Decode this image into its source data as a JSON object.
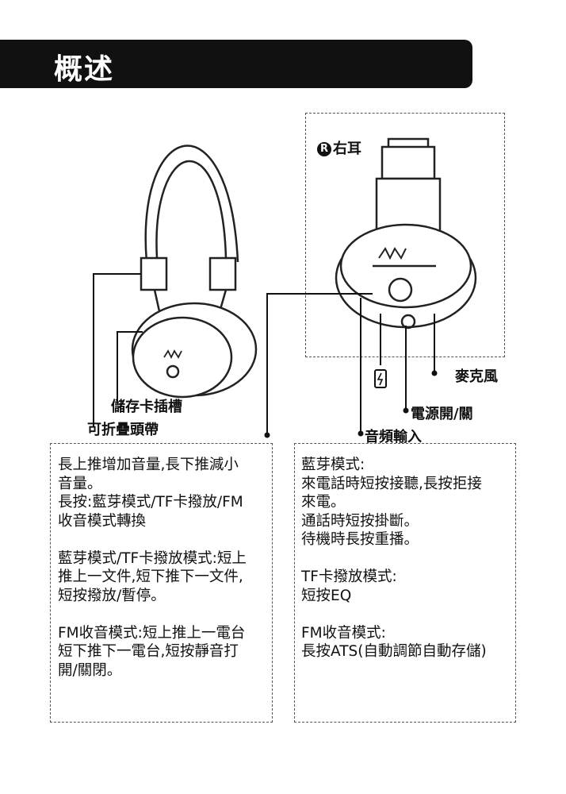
{
  "header": {
    "title": "概述"
  },
  "labels": {
    "right_ear_badge": "R",
    "right_ear": "右耳",
    "mic": "麥克風",
    "power": "電源開/關",
    "audio_in": "音頻輸入",
    "card_slot": "儲存卡插槽",
    "headband": "可折疊頭帶"
  },
  "left_panel": [
    "長上推增加音量,長下推減小",
    "音量。",
    "長按:藍芽模式/TF卡撥放/FM",
    "收音模式轉換",
    "",
    "藍芽模式/TF卡撥放模式:短上",
    "推上一文件,短下推下一文件,",
    "短按撥放/暫停。",
    "",
    "FM收音模式:短上推上一電台",
    "短下推下一電台,短按靜音打",
    "開/關閉。"
  ],
  "right_panel": [
    "藍芽模式:",
    "來電話時短按接聽,長按拒接",
    "來電。",
    "通話時短按掛斷。",
    "待機時長按重播。",
    "",
    "TF卡撥放模式:",
    "短按EQ",
    "",
    "FM收音模式:",
    "長按ATS(自動調節自動存儲)"
  ]
}
